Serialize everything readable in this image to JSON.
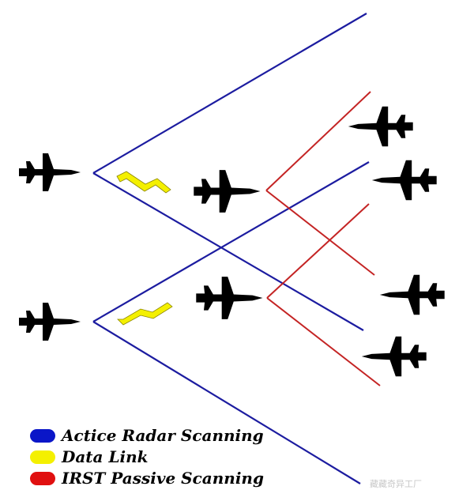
{
  "colors": {
    "radar": "#1c1ca0",
    "datalink": "#f4f000",
    "irst": "#c42424",
    "aircraft": "#000000"
  },
  "legend": [
    {
      "label": "Actice Radar Scanning",
      "color": "#0a16c8"
    },
    {
      "label": "Data Link",
      "color": "#f4f000"
    },
    {
      "label": "IRST Passive Scanning",
      "color": "#e01010"
    }
  ],
  "watermark": "藏藏奇异工厂"
}
